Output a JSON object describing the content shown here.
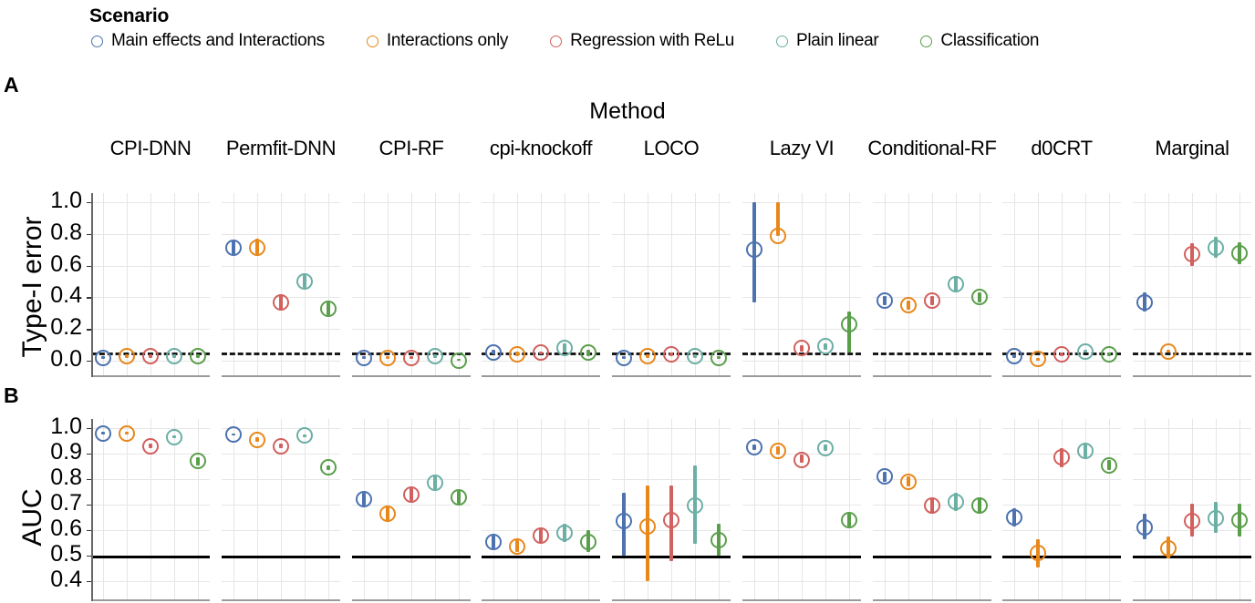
{
  "legend": {
    "title": "Scenario",
    "items": [
      {
        "label": "Main effects and Interactions",
        "color": "#4C72B0",
        "icon": "circle-outline-icon"
      },
      {
        "label": "Interactions only",
        "color": "#E8871A",
        "icon": "circle-outline-icon"
      },
      {
        "label": "Regression with ReLu",
        "color": "#D1605E",
        "icon": "circle-outline-icon"
      },
      {
        "label": "Plain linear",
        "color": "#6BAFA5",
        "icon": "circle-outline-icon"
      },
      {
        "label": "Classification",
        "color": "#5A9E4B",
        "icon": "circle-outline-icon"
      }
    ]
  },
  "panels": {
    "a_letter": "A",
    "b_letter": "B"
  },
  "method_title": "Method",
  "methods": [
    "CPI-DNN",
    "Permfit-DNN",
    "CPI-RF",
    "cpi-knockoff",
    "LOCO",
    "Lazy VI",
    "Conditional-RF",
    "d0CRT",
    "Marginal"
  ],
  "chart_data": [
    {
      "type": "scatter",
      "panel": "A",
      "title": "Method",
      "ylabel": "Type-I error",
      "xlabel": "",
      "ylim": [
        0.0,
        1.0
      ],
      "yticks": [
        "0.0",
        "0.2",
        "0.4",
        "0.6",
        "0.8",
        "1.0"
      ],
      "ytick_values": [
        0.0,
        0.2,
        0.4,
        0.6,
        0.8,
        1.0
      ],
      "grid": true,
      "legend_position": "top",
      "reference_line": {
        "value": 0.05,
        "style": "dashed",
        "color": "#1a1a1a"
      },
      "categories": [
        "CPI-DNN",
        "Permfit-DNN",
        "CPI-RF",
        "cpi-knockoff",
        "LOCO",
        "Lazy VI",
        "Conditional-RF",
        "d0CRT",
        "Marginal"
      ],
      "series": [
        {
          "name": "Main effects and Interactions",
          "color": "#4C72B0",
          "values": [
            0.02,
            0.71,
            0.02,
            0.05,
            0.02,
            0.7,
            0.38,
            0.03,
            0.37
          ],
          "lo": [
            0.01,
            0.67,
            0.01,
            0.04,
            0.01,
            0.37,
            0.35,
            0.02,
            0.31
          ],
          "hi": [
            0.03,
            0.76,
            0.03,
            0.07,
            0.03,
            1.0,
            0.41,
            0.04,
            0.43
          ]
        },
        {
          "name": "Interactions only",
          "color": "#E8871A",
          "values": [
            0.03,
            0.71,
            0.02,
            0.04,
            0.03,
            0.79,
            0.35,
            0.01,
            0.06
          ],
          "lo": [
            0.02,
            0.67,
            0.01,
            0.03,
            0.02,
            0.79,
            0.32,
            0.0,
            0.05
          ],
          "hi": [
            0.04,
            0.77,
            0.03,
            0.06,
            0.04,
            1.0,
            0.38,
            0.02,
            0.07
          ]
        },
        {
          "name": "Regression with ReLu",
          "color": "#D1605E",
          "values": [
            0.03,
            0.37,
            0.02,
            0.05,
            0.04,
            0.08,
            0.38,
            0.04,
            0.67
          ],
          "lo": [
            0.02,
            0.32,
            0.01,
            0.04,
            0.03,
            0.06,
            0.35,
            0.03,
            0.6
          ],
          "hi": [
            0.04,
            0.42,
            0.03,
            0.06,
            0.05,
            0.1,
            0.41,
            0.05,
            0.74
          ]
        },
        {
          "name": "Plain linear",
          "color": "#6BAFA5",
          "values": [
            0.03,
            0.5,
            0.03,
            0.08,
            0.03,
            0.09,
            0.48,
            0.06,
            0.71
          ],
          "lo": [
            0.02,
            0.46,
            0.02,
            0.05,
            0.02,
            0.07,
            0.43,
            0.05,
            0.65
          ],
          "hi": [
            0.04,
            0.54,
            0.04,
            0.11,
            0.04,
            0.11,
            0.53,
            0.07,
            0.78
          ]
        },
        {
          "name": "Classification",
          "color": "#5A9E4B",
          "values": [
            0.03,
            0.33,
            0.0,
            0.05,
            0.02,
            0.23,
            0.4,
            0.04,
            0.68
          ],
          "lo": [
            0.02,
            0.29,
            0.0,
            0.03,
            0.01,
            0.05,
            0.37,
            0.03,
            0.61
          ],
          "hi": [
            0.04,
            0.37,
            0.01,
            0.07,
            0.03,
            0.31,
            0.43,
            0.05,
            0.75
          ]
        }
      ]
    },
    {
      "type": "scatter",
      "panel": "B",
      "ylabel": "AUC",
      "xlabel": "",
      "ylim": [
        0.4,
        1.0
      ],
      "yticks": [
        "0.4",
        "0.5",
        "0.6",
        "0.7",
        "0.8",
        "0.9",
        "1.0"
      ],
      "ytick_values": [
        0.4,
        0.5,
        0.6,
        0.7,
        0.8,
        0.9,
        1.0
      ],
      "grid": true,
      "legend_position": "top",
      "reference_line": {
        "value": 0.5,
        "style": "solid",
        "color": "#000000"
      },
      "categories": [
        "CPI-DNN",
        "Permfit-DNN",
        "CPI-RF",
        "cpi-knockoff",
        "LOCO",
        "Lazy VI",
        "Conditional-RF",
        "d0CRT",
        "Marginal"
      ],
      "series": [
        {
          "name": "Main effects and Interactions",
          "color": "#4C72B0",
          "values": [
            0.98,
            0.975,
            0.72,
            0.555,
            0.635,
            0.925,
            0.81,
            0.65,
            0.61
          ],
          "lo": [
            0.975,
            0.97,
            0.695,
            0.53,
            0.5,
            0.915,
            0.79,
            0.615,
            0.565
          ],
          "hi": [
            0.985,
            0.98,
            0.745,
            0.58,
            0.745,
            0.935,
            0.83,
            0.685,
            0.665
          ]
        },
        {
          "name": "Interactions only",
          "color": "#E8871A",
          "values": [
            0.98,
            0.955,
            0.665,
            0.535,
            0.615,
            0.91,
            0.79,
            0.51,
            0.53
          ],
          "lo": [
            0.975,
            0.945,
            0.635,
            0.515,
            0.4,
            0.895,
            0.77,
            0.455,
            0.49
          ],
          "hi": [
            0.985,
            0.965,
            0.695,
            0.56,
            0.775,
            0.93,
            0.81,
            0.565,
            0.575
          ]
        },
        {
          "name": "Regression with ReLu",
          "color": "#D1605E",
          "values": [
            0.93,
            0.93,
            0.74,
            0.58,
            0.64,
            0.875,
            0.695,
            0.885,
            0.635
          ],
          "lo": [
            0.92,
            0.92,
            0.715,
            0.555,
            0.48,
            0.865,
            0.665,
            0.845,
            0.575
          ],
          "hi": [
            0.94,
            0.94,
            0.765,
            0.605,
            0.775,
            0.895,
            0.725,
            0.92,
            0.705
          ]
        },
        {
          "name": "Plain linear",
          "color": "#6BAFA5",
          "values": [
            0.965,
            0.97,
            0.785,
            0.59,
            0.695,
            0.92,
            0.71,
            0.91,
            0.645
          ],
          "lo": [
            0.96,
            0.965,
            0.76,
            0.555,
            0.545,
            0.91,
            0.675,
            0.885,
            0.59
          ],
          "hi": [
            0.97,
            0.975,
            0.81,
            0.625,
            0.855,
            0.935,
            0.745,
            0.94,
            0.71
          ]
        },
        {
          "name": "Classification",
          "color": "#5A9E4B",
          "values": [
            0.87,
            0.845,
            0.73,
            0.555,
            0.56,
            0.64,
            0.695,
            0.855,
            0.64
          ],
          "lo": [
            0.855,
            0.835,
            0.705,
            0.515,
            0.5,
            0.615,
            0.665,
            0.835,
            0.575
          ],
          "hi": [
            0.885,
            0.855,
            0.755,
            0.6,
            0.625,
            0.665,
            0.73,
            0.875,
            0.705
          ]
        }
      ]
    }
  ]
}
